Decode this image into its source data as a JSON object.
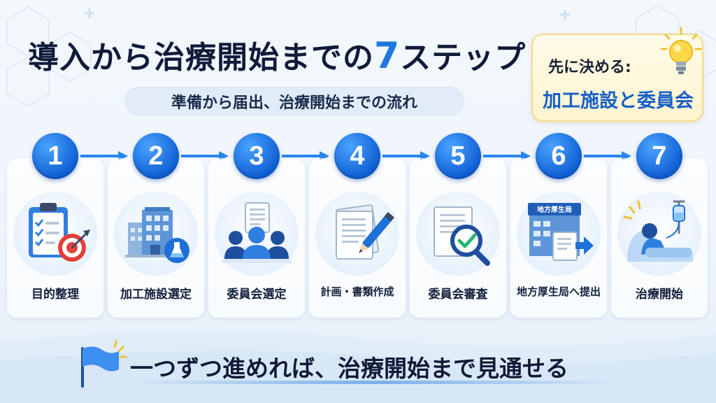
{
  "header": {
    "title_pre": "導入から治療開始までの",
    "title_num": "7",
    "title_post": "ステップ",
    "subtitle": "準備から届出、治療開始までの流れ"
  },
  "note": {
    "lead": "先に決める:",
    "main": "加工施設と委員会",
    "icon": "lightbulb-icon"
  },
  "steps": [
    {
      "num": "1",
      "label": "目的整理",
      "icon": "clipboard-target-icon"
    },
    {
      "num": "2",
      "label": "加工施設選定",
      "icon": "building-flask-icon"
    },
    {
      "num": "3",
      "label": "委員会選定",
      "icon": "committee-people-icon"
    },
    {
      "num": "4",
      "label": "計画・書類作成",
      "icon": "documents-pen-icon"
    },
    {
      "num": "5",
      "label": "委員会審査",
      "icon": "document-magnifier-check-icon"
    },
    {
      "num": "6",
      "label": "地方厚生局へ提出",
      "icon": "regional-bureau-submit-icon",
      "sign": "地方厚生局"
    },
    {
      "num": "7",
      "label": "治療開始",
      "icon": "patient-iv-drip-icon"
    }
  ],
  "footer": {
    "text": "一つずつ進めれば、治療開始まで見通せる",
    "icon": "flag-icon"
  },
  "colors": {
    "accent": "#1e78e0",
    "step_circle": "#1060d4",
    "note_bg": "#fff4cf",
    "target_red": "#e2403a",
    "check_green": "#2bb673"
  }
}
